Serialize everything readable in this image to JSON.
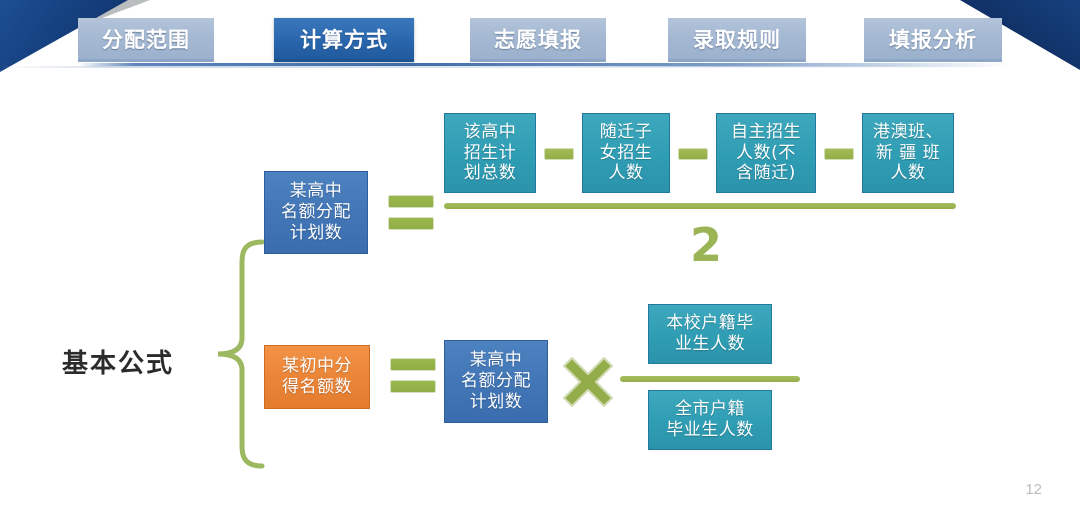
{
  "slide": {
    "page_number": "12",
    "section_label": "基本公式"
  },
  "tabs": [
    {
      "label": "分配范围",
      "active": false
    },
    {
      "label": "计算方式",
      "active": true
    },
    {
      "label": "志愿填报",
      "active": false
    },
    {
      "label": "录取规则",
      "active": false
    },
    {
      "label": "填报分析",
      "active": false
    }
  ],
  "formula1": {
    "result_box": {
      "lines": [
        "某高中",
        "名额分配",
        "计划数"
      ],
      "color": "#4276b6"
    },
    "equals": "=",
    "numerator": [
      {
        "lines": [
          "该高中",
          "招生计",
          "划总数"
        ],
        "color": "#2f9db4"
      },
      {
        "operator": "−"
      },
      {
        "lines": [
          "随迁子",
          "女招生",
          "人数"
        ],
        "color": "#2f9db4"
      },
      {
        "operator": "−"
      },
      {
        "lines": [
          "自主招生",
          "人数(不",
          "含随迁)"
        ],
        "color": "#2f9db4"
      },
      {
        "operator": "−"
      },
      {
        "lines": [
          "港澳班、",
          "新 疆 班",
          "人数"
        ],
        "color": "#2f9db4"
      }
    ],
    "denominator": "2"
  },
  "formula2": {
    "result_box": {
      "lines": [
        "某初中分",
        "得名额数"
      ],
      "color": "#ea8437"
    },
    "equals": "=",
    "factor_box": {
      "lines": [
        "某高中",
        "名额分配",
        "计划数"
      ],
      "color": "#4276b6"
    },
    "multiply": "×",
    "fraction": {
      "numerator": {
        "lines": [
          "本校户籍毕",
          "业生人数"
        ],
        "color": "#2f9db4"
      },
      "denominator": {
        "lines": [
          "全市户籍",
          "毕业生人数"
        ],
        "color": "#2f9db4"
      }
    }
  },
  "colors": {
    "accent_blue": "#2a66ad",
    "tab_inactive": "#a3b7d2",
    "teal": "#2f9db4",
    "orange": "#ea8437",
    "green": "#94ad4a",
    "navy": "#153f7d"
  }
}
